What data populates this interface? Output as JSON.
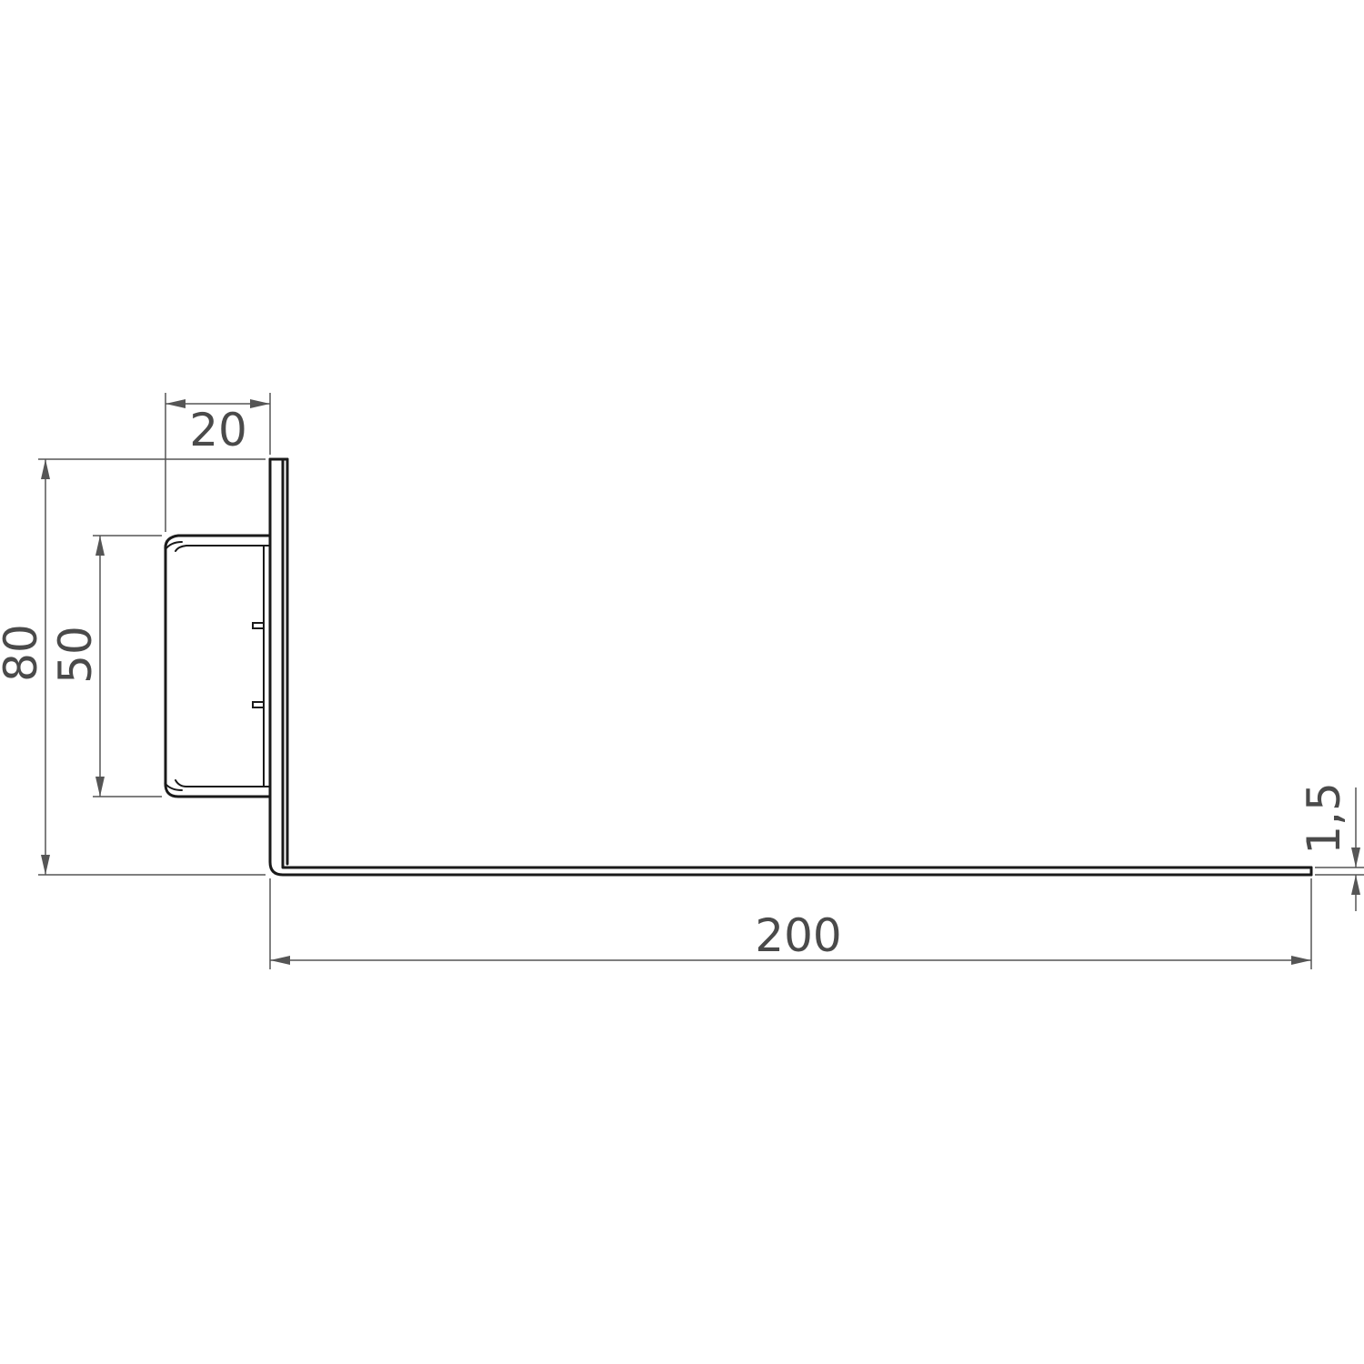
{
  "drawing": {
    "dimensions": {
      "top_flange_width": "20",
      "total_height": "80",
      "channel_height": "50",
      "base_length": "200",
      "thickness": "1,5"
    }
  }
}
